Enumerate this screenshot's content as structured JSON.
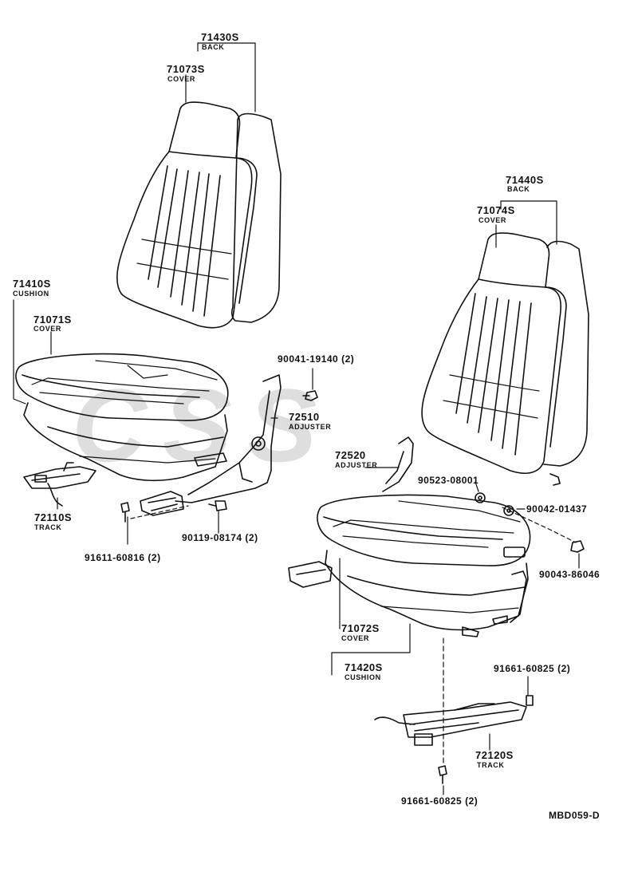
{
  "diagram_code": "MBD059-D",
  "watermark": "CSS",
  "parts": [
    {
      "number": "71430S",
      "name": "BACK"
    },
    {
      "number": "71073S",
      "name": "COVER"
    },
    {
      "number": "71410S",
      "name": "CUSHION"
    },
    {
      "number": "71071S",
      "name": "COVER"
    },
    {
      "number": "90041-19140 (2)",
      "name": ""
    },
    {
      "number": "72510",
      "name": "ADJUSTER"
    },
    {
      "number": "72110S",
      "name": "TRACK"
    },
    {
      "number": "91611-60816 (2)",
      "name": ""
    },
    {
      "number": "90119-08174 (2)",
      "name": ""
    },
    {
      "number": "71440S",
      "name": "BACK"
    },
    {
      "number": "71074S",
      "name": "COVER"
    },
    {
      "number": "72520",
      "name": "ADJUSTER"
    },
    {
      "number": "90523-08001",
      "name": ""
    },
    {
      "number": "90042-01437",
      "name": ""
    },
    {
      "number": "90043-86046",
      "name": ""
    },
    {
      "number": "71072S",
      "name": "COVER"
    },
    {
      "number": "71420S",
      "name": "CUSHION"
    },
    {
      "number": "91661-60825 (2)",
      "name": ""
    },
    {
      "number": "72120S",
      "name": "TRACK"
    },
    {
      "number": "91661-60825 (2)",
      "name": ""
    }
  ]
}
